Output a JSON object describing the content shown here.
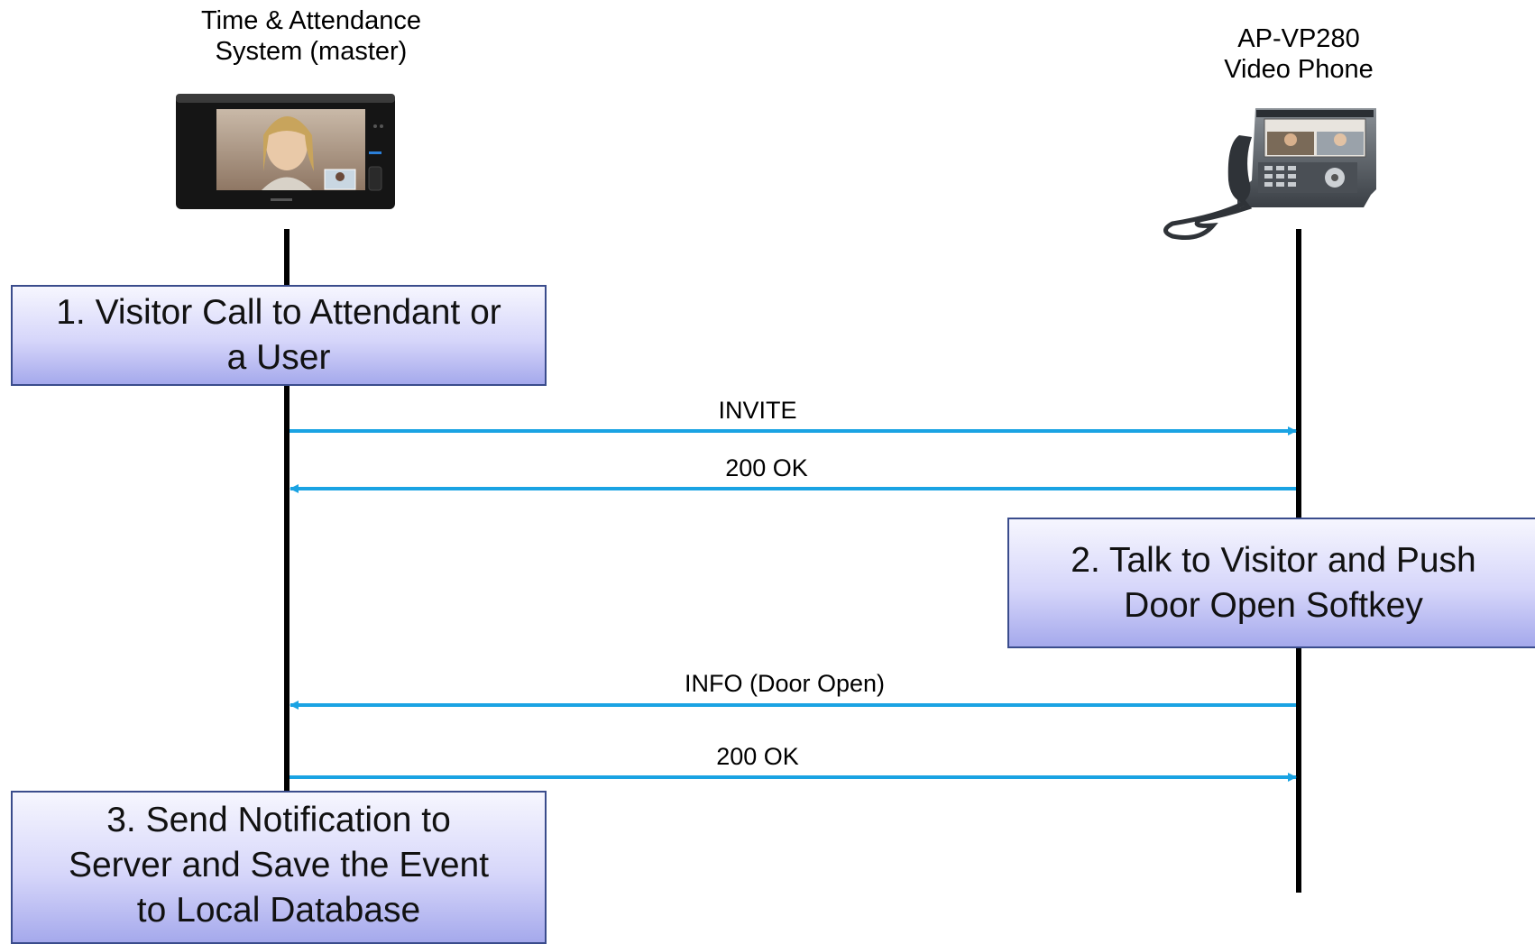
{
  "participants": {
    "left": {
      "label": "Time & Attendance\nSystem (master)",
      "icon": "attendance-terminal-icon"
    },
    "right": {
      "label": "AP-VP280\nVideo Phone",
      "icon": "video-phone-icon"
    }
  },
  "messages": [
    {
      "label": "INVITE",
      "direction": "left-to-right"
    },
    {
      "label": "200 OK",
      "direction": "right-to-left"
    },
    {
      "label": "INFO (Door Open)",
      "direction": "right-to-left"
    },
    {
      "label": "200 OK",
      "direction": "left-to-right"
    }
  ],
  "steps": [
    {
      "text": "1. Visitor Call to Attendant or\na User"
    },
    {
      "text": "2. Talk to Visitor and Push\nDoor Open Softkey"
    },
    {
      "text": "3. Send Notification to\nServer and Save the Event\nto Local Database"
    }
  ],
  "colors": {
    "arrow": "#1aa3e3",
    "lifeline": "#000000",
    "box_border": "#3a4c8c",
    "box_fill_top": "#f6f6fe",
    "box_fill_bottom": "#a5a9ec"
  }
}
